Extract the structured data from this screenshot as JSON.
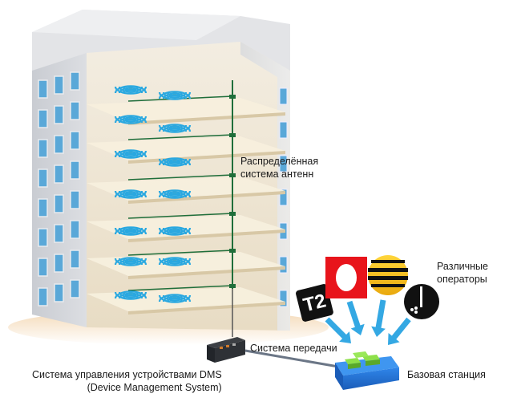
{
  "labels": {
    "antenna_system_line1": "Распределённая",
    "antenna_system_line2": "система антенн",
    "operators_line1": "Различные",
    "operators_line2": "операторы",
    "transmission_system": "Система передачи",
    "dms_line1": "Система управления устройствами DMS",
    "dms_line2": "(Device Management System)",
    "base_station": "Базовая станция"
  },
  "operator_logos": [
    {
      "name": "tele2-logo",
      "text": "T2"
    },
    {
      "name": "megafon-logo",
      "text": ""
    },
    {
      "name": "beeline-logo",
      "text": ""
    },
    {
      "name": "mts-logo",
      "text": ""
    }
  ],
  "colors": {
    "signal_wave": "#2aa8e0",
    "antenna_cable": "#1f6e3a",
    "megafon_red": "#e8141b",
    "beeline_yellow": "#f6c21a",
    "base_station_blue": "#1f6fd1",
    "base_station_green": "#7fcf3a",
    "arrow_blue": "#34a8e3"
  },
  "floors": 6
}
